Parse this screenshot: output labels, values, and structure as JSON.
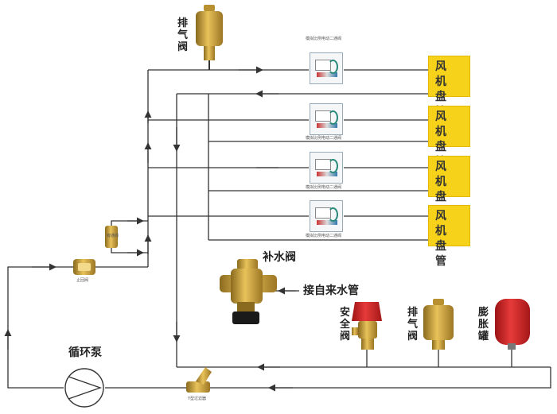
{
  "labels": {
    "top_air_vent": "排气阀",
    "fan_coil": "风机盘管",
    "makeup_valve": "补水阀",
    "tap_water": "接自来水管",
    "safety_valve": "安全阀",
    "air_vent": "排气阀",
    "expansion_tank": "膨胀罐",
    "pump": "循环泵",
    "check_valve": "止回阀",
    "bypass_valve": "旁通阀",
    "y_filter": "Y型过滤器",
    "two_way_valve": "模拟比例电动二通阀"
  },
  "fan_coil_units": [
    {
      "label": "风机盘管"
    },
    {
      "label": "风机盘管"
    },
    {
      "label": "风机盘管"
    },
    {
      "label": "风机盘管"
    }
  ],
  "colors": {
    "pipe": "#333333",
    "fan_coil_fill": "#f6d21a",
    "brass": "#c9a23a",
    "red": "#d42b2b"
  }
}
